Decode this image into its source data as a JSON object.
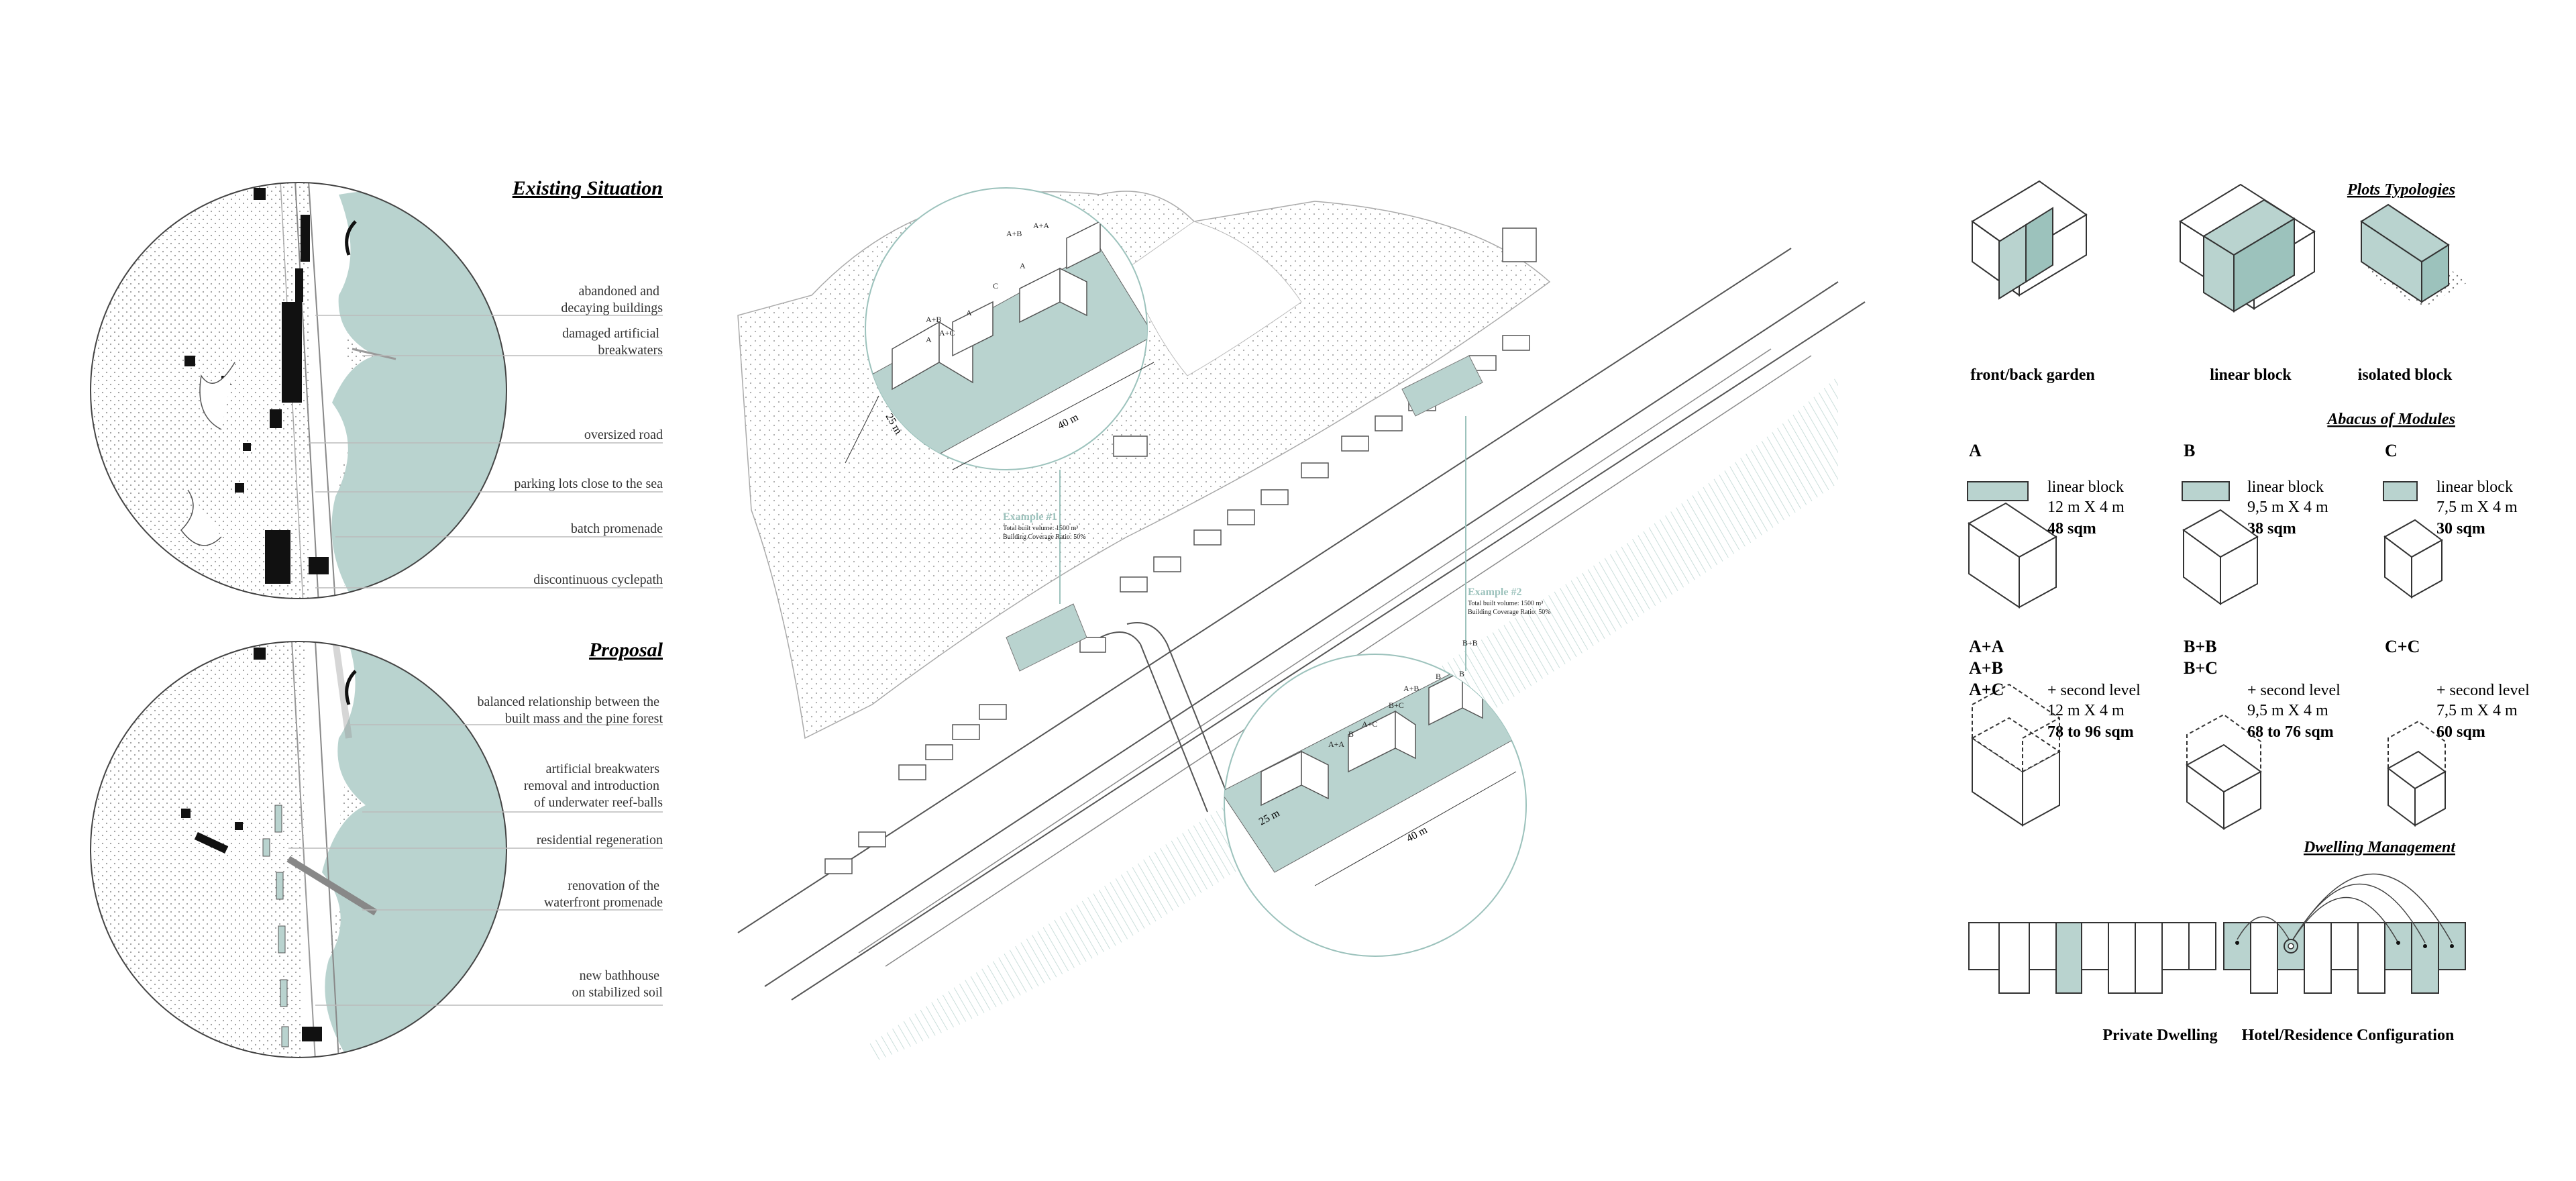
{
  "existing": {
    "title": "Existing Situation",
    "annotations": [
      {
        "lines": [
          "abandoned and",
          "decaying buildings"
        ]
      },
      {
        "lines": [
          "damaged artificial",
          "breakwaters"
        ]
      },
      {
        "lines": [
          "oversized road"
        ]
      },
      {
        "lines": [
          "parking lots close to the sea"
        ]
      },
      {
        "lines": [
          "batch promenade"
        ]
      },
      {
        "lines": [
          "discontinuous cyclepath"
        ]
      }
    ]
  },
  "proposal": {
    "title": "Proposal",
    "annotations": [
      {
        "lines": [
          "balanced relationship between the",
          "built mass and the pine forest"
        ]
      },
      {
        "lines": [
          "artificial breakwaters",
          "removal and introduction",
          "of underwater reef-balls"
        ]
      },
      {
        "lines": [
          "residential regeneration"
        ]
      },
      {
        "lines": [
          "renovation of the",
          "waterfront promenade"
        ]
      },
      {
        "lines": [
          "new bathhouse",
          "on stabilized soil"
        ]
      }
    ]
  },
  "example1": {
    "title": "Example #1",
    "line1": "Total built volume: 1500 m³",
    "line2": "Building Coverage Ratio: 50%",
    "dim_depth": "25 m",
    "dim_length": "40 m",
    "module_labels": [
      "A+B",
      "A+A",
      "C",
      "A",
      "A",
      "A+B",
      "A+C",
      "A"
    ]
  },
  "example2": {
    "title": "Example #2",
    "line1": "Total built volume: 1500 m³",
    "line2": "Building Coverage Ratio: 50%",
    "dim_depth": "25 m",
    "dim_length": "40 m",
    "module_labels": [
      "B+B",
      "B",
      "B",
      "A+B",
      "B+C",
      "A+C",
      "B",
      "A+A"
    ]
  },
  "plots": {
    "title": "Plots Typologies",
    "items": [
      "front/back garden",
      "linear block",
      "isolated block"
    ]
  },
  "abacus": {
    "title": "Abacus of Modules",
    "single": [
      {
        "letter": "A",
        "type": "linear block",
        "size": "12 m X 4 m",
        "area": "48 sqm"
      },
      {
        "letter": "B",
        "type": "linear block",
        "size": "9,5 m X 4 m",
        "area": "38 sqm"
      },
      {
        "letter": "C",
        "type": "linear block",
        "size": "7,5 m X 4 m",
        "area": "30 sqm"
      }
    ],
    "combo": [
      {
        "codes": [
          "A+A",
          "A+B",
          "A+C"
        ],
        "type": "+ second level",
        "size": "12 m X 4 m",
        "area": "78 to 96 sqm"
      },
      {
        "codes": [
          "B+B",
          "B+C"
        ],
        "type": "+ second level",
        "size": "9,5 m X 4 m",
        "area": "68 to 76 sqm"
      },
      {
        "codes": [
          "C+C"
        ],
        "type": "+ second level",
        "size": "7,5 m X 4 m",
        "area": "60 sqm"
      }
    ]
  },
  "dwelling": {
    "title": "Dwelling Management",
    "private_label": "Private Dwelling",
    "hotel_label": "Hotel/Residence Configuration"
  },
  "colors": {
    "accent": "#b9d3cf",
    "accent_dark": "#9cc2bc",
    "ink": "#1e1e1e"
  }
}
